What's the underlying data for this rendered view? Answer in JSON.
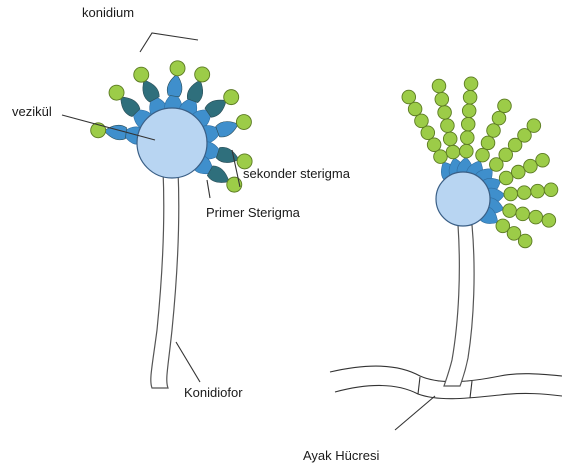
{
  "labels": {
    "konidium": "konidium",
    "vezikul": "vezikül",
    "sekonder_sterigma": "sekonder sterigma",
    "primer_sterigma": "Primer Sterigma",
    "konidiofor": "Konidiofor",
    "ayak_hucresi": "Ayak Hücresi"
  },
  "colors": {
    "vesicle": "#b8d5f2",
    "primary_sterigma": "#3f8fcc",
    "secondary_sterigma": "#2f6f7c",
    "conidium": "#9ccc48",
    "outline": "#555555"
  }
}
